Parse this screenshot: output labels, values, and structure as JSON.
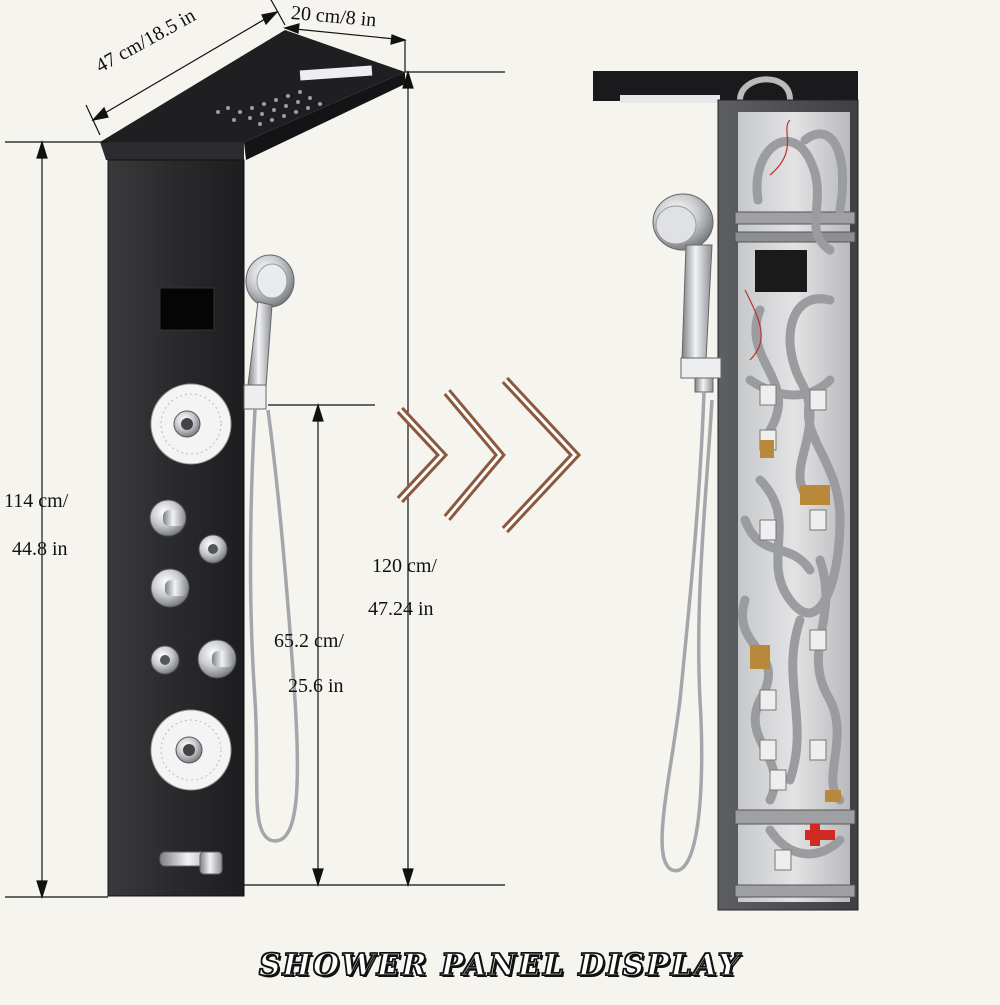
{
  "dimensions": {
    "height_total_cm": "114 cm/",
    "height_total_in": "44.8 in",
    "width_cm_in": "47 cm/18.5 in",
    "depth_cm_in": "20 cm/8 in",
    "panel_height_cm": "120 cm/",
    "panel_height_in": "47.24 in",
    "hose_height_cm": "65.2 cm/",
    "hose_height_in": "25.6 in"
  },
  "title": "SHOWER PANEL DISPLAY",
  "colors": {
    "background": "#f6f4ef",
    "panel": "#2a2a2c",
    "chrome": "#c9ccd0",
    "arrow": "#8b5a3c",
    "hose": "#9a9c9f",
    "brass": "#b8893a",
    "valve_red": "#d02a22"
  },
  "icons": [
    "rain-shower-head-icon",
    "hand-shower-icon",
    "body-jet-icon",
    "knob-icon",
    "spout-icon",
    "chevron-right-icon"
  ]
}
